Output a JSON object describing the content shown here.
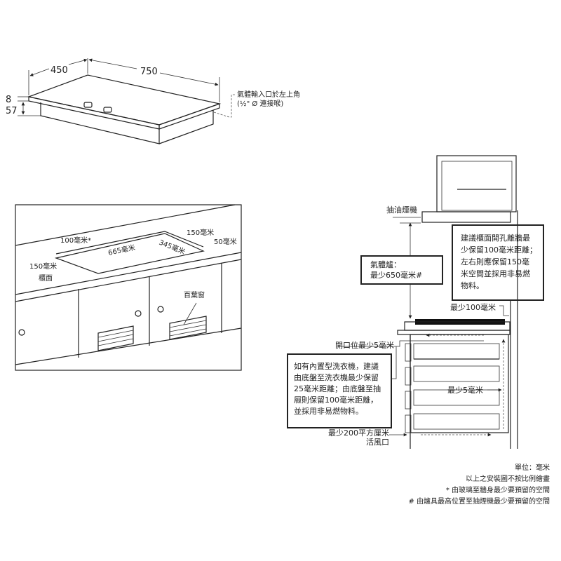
{
  "hob_dimensions": {
    "depth": "450",
    "width": "750",
    "glass_thickness": "8",
    "body_height": "57",
    "gas_inlet_line1": "氣體輸入口於左上角",
    "gas_inlet_line2": "(½\" Ø 連接喉)"
  },
  "cutout_diagram": {
    "rear_clearance": "100毫米*",
    "cutout_width": "665毫米",
    "cutout_depth": "345毫米",
    "side_clearance_right": "150毫米",
    "front_clearance": "50毫米",
    "side_clearance_left": "150毫米",
    "worktop_label": "櫃面",
    "louvre_label": "百葉窗"
  },
  "section_diagram": {
    "hood_label": "抽油煙機",
    "gas_hob_box_line1": "氣體爐：",
    "gas_hob_box_line2": "最少650毫米#",
    "wall_note_lines": [
      "建議櫃面開孔離牆最",
      "少保留100毫米距離；",
      "左右則應保留150毫",
      "米空間並採用非易燃",
      "物料。"
    ],
    "min_100": "最少100毫米",
    "opening_min_5": "開口位最少5毫米",
    "washer_note_lines": [
      "如有內置型洗衣機，建議",
      "由底盤至洗衣機最少保留",
      "25毫米距離；由底盤至抽",
      "屜則保留100毫米距離，",
      "並採用非易燃物料。"
    ],
    "min_5": "最少5毫米",
    "vent_line1": "最少200平方厘米",
    "vent_line2": "活風口"
  },
  "notes": {
    "unit": "單位：毫米",
    "not_to_scale": "以上之安裝圖不按比例繪畫",
    "star_note": "* 由玻璃至牆身最少要預留的空間",
    "hash_note": "# 由爐具最高位置至抽煙機最少要預留的空間"
  }
}
